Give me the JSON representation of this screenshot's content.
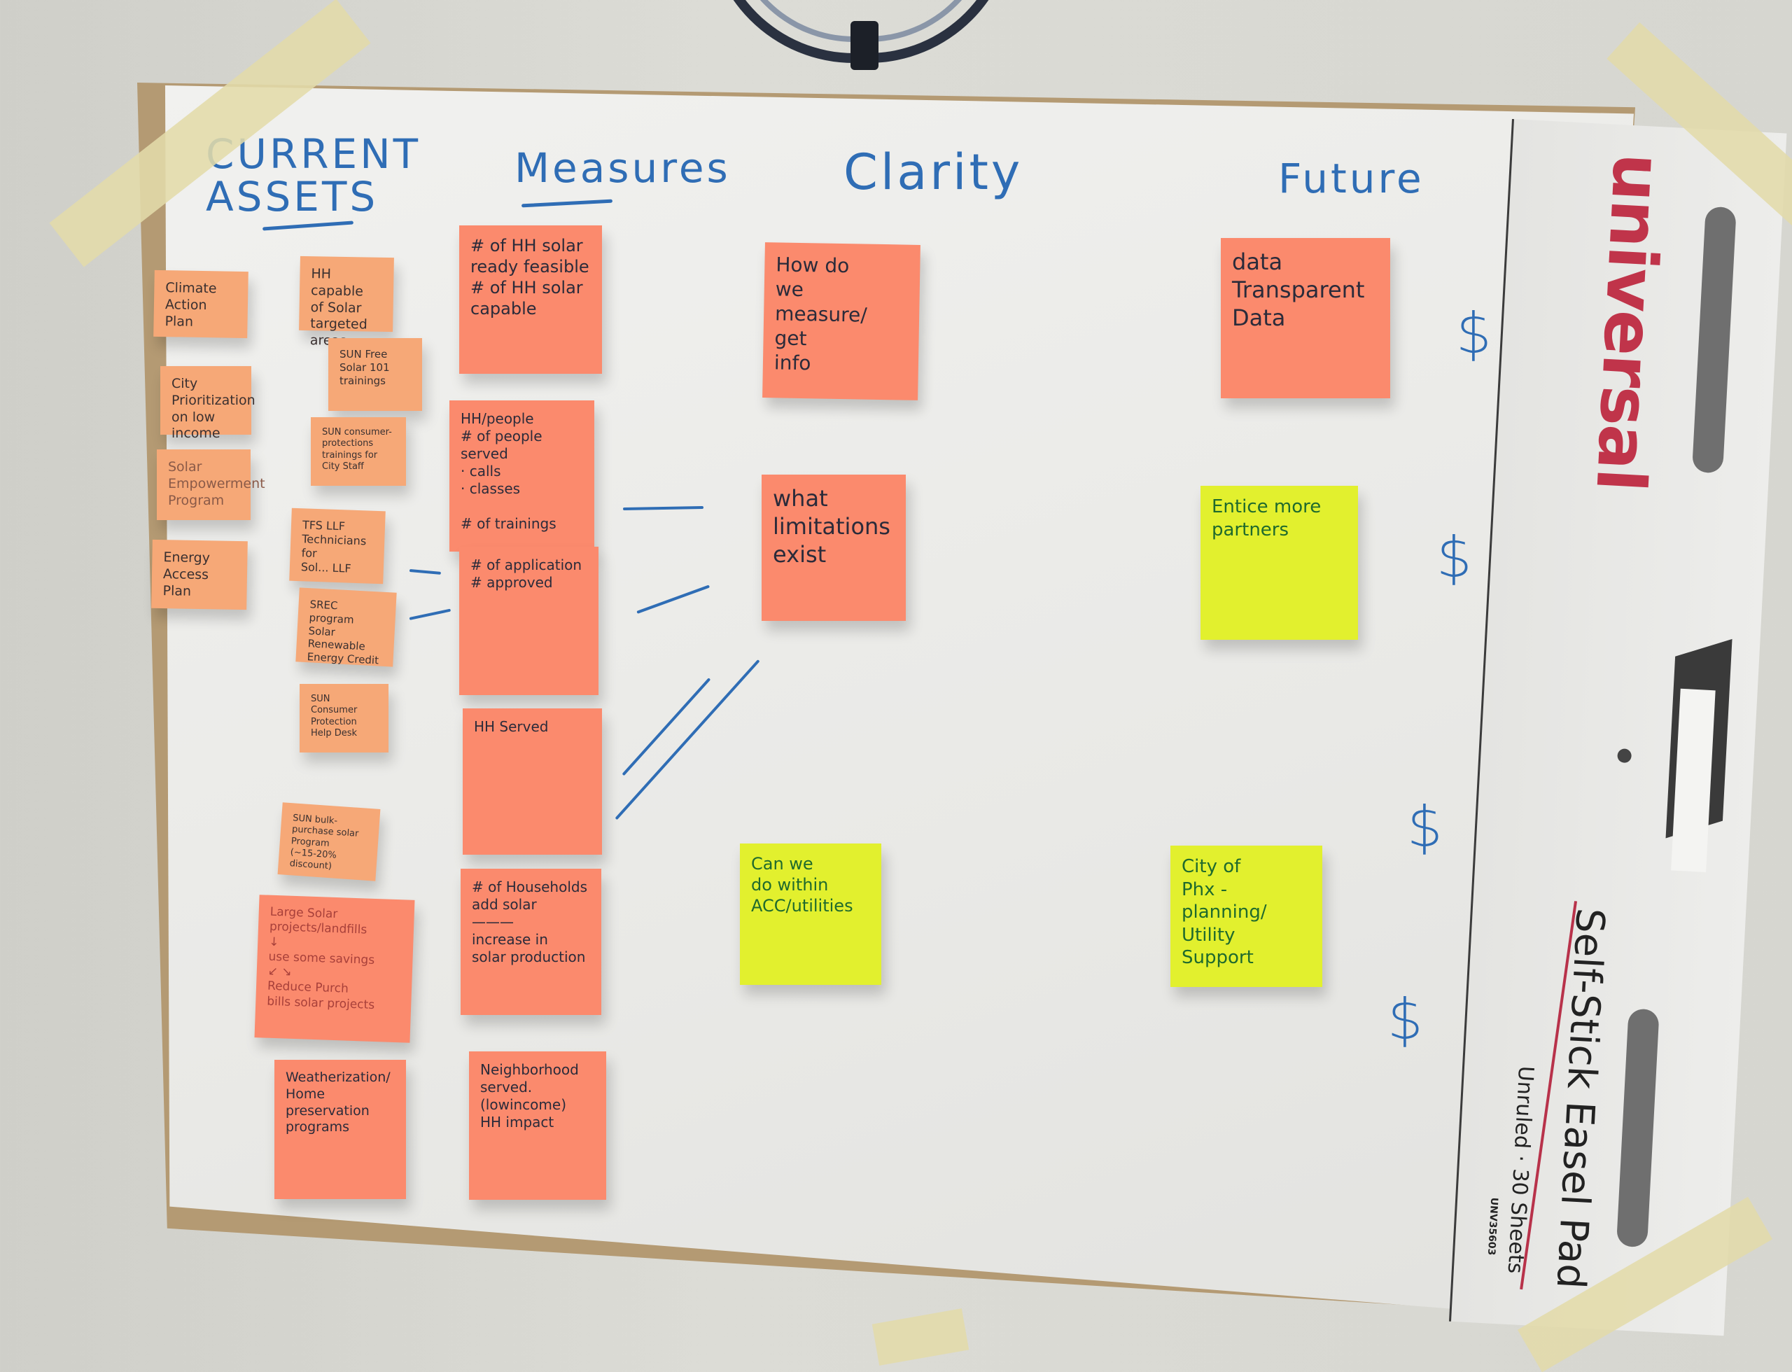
{
  "board": {
    "headers": {
      "current_assets": "CURRENT\nASSETS",
      "measures": "Measures",
      "clarity": "Clarity",
      "future": "Future"
    },
    "current_assets": [
      "Climate Action\nPlan",
      "City Prioritization\non low income",
      "Solar\nEmpowerment\nProgram",
      "Energy\nAccess\nPlan",
      "HH capable\nof Solar\ntargeted areas",
      "SUN Free Solar 101\ntrainings",
      "SUN consumer-protections\ntrainings for\nCity Staff",
      "TFS LLF\nTechnicians for\nSol... LLF",
      "SREC program\nSolar Renewable\nEnergy Credit",
      "SUN Consumer Protection\nHelp Desk",
      "SUN bulk-\npurchase solar\nProgram\n(~15-20% discount)",
      "Large Solar\nprojects/landfills\n↓\nuse some savings\n↙ ↘\nReduce  Purch\nbills  solar projects",
      "Weatherization/\nHome preservation\nprograms"
    ],
    "measures": [
      "# of HH solar\nready feasible\n# of HH solar\ncapable",
      "HH/people\n# of people served\n · calls\n · classes\n\n# of trainings",
      "# of application\n# approved",
      "HH Served",
      "# of Households\nadd solar\n———\nincrease in\nsolar production",
      "Neighborhood\nserved. (lowincome)\nHH impact"
    ],
    "clarity": [
      "How do\nwe\nmeasure/\nget\ninfo",
      "what\nlimitations\nexist",
      "Can we\ndo within\nACC/utilities"
    ],
    "future": [
      "data\nTransparent\nData",
      "Entice more\npartners",
      "City of\nPhx -\nplanning/\nUtility\nSupport"
    ],
    "dollar_marks": [
      "$",
      "$",
      "$",
      "$"
    ]
  },
  "easel_pad": {
    "brand": "universal",
    "product": "Self-Stick Easel Pad",
    "details": "Unruled · 30 Sheets",
    "sku": "UNV35603"
  },
  "colors": {
    "small_note": "#f6a877",
    "salmon_note": "#fb8a6d",
    "yellow_note": "#e2f02e",
    "marker_blue": "#2f6db5",
    "brand_red": "#c0344a"
  }
}
